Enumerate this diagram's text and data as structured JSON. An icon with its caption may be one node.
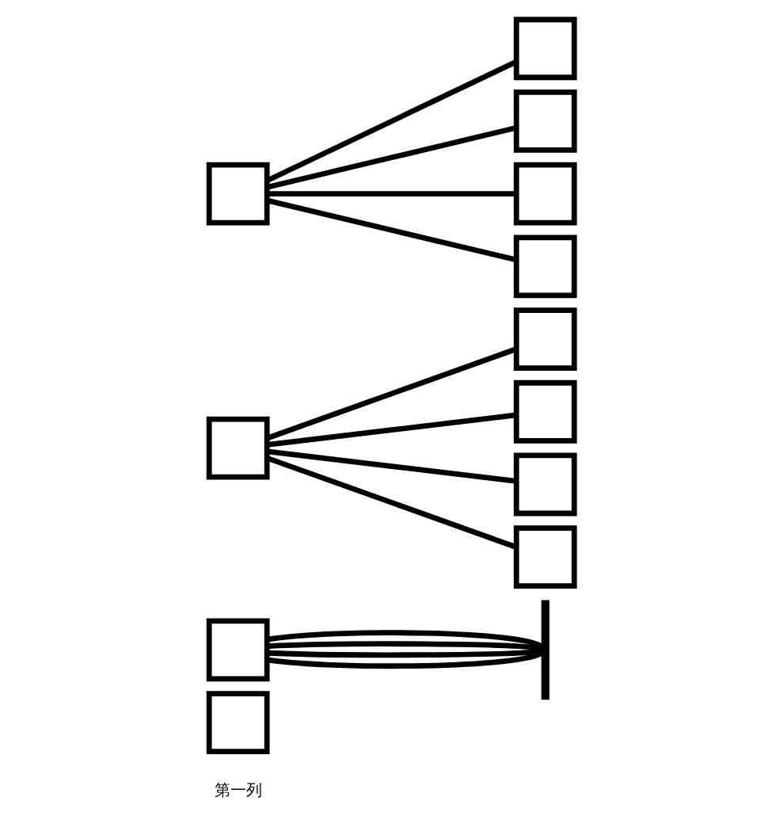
{
  "diagram": {
    "nodes": [
      {
        "text": [],
        "shape": "box"
      },
      {
        "text": [],
        "shape": "box"
      },
      {
        "text": [],
        "shape": "box"
      },
      {
        "text": [],
        "shape": "box"
      },
      {
        "text": [],
        "shape": "box"
      },
      {
        "text": [],
        "shape": "box"
      },
      {
        "text": [],
        "shape": "box"
      },
      {
        "text": [],
        "shape": "box"
      },
      {
        "text": [],
        "shape": "box"
      },
      {
        "text": [],
        "shape": "box"
      },
      {
        "text": [],
        "shape": "box"
      },
      {
        "text": [],
        "shape": "box"
      },
      {
        "text": [],
        "shape": "bar"
      }
    ],
    "edges": [
      {
        "from": 0,
        "to": 4,
        "arrow": "none"
      },
      {
        "from": 0,
        "to": 5,
        "arrow": "none"
      },
      {
        "from": 0,
        "to": 6,
        "arrow": "none"
      },
      {
        "from": 0,
        "to": 7,
        "arrow": "none"
      },
      {
        "from": 1,
        "to": 8,
        "arrow": "none"
      },
      {
        "from": 1,
        "to": 9,
        "arrow": "none"
      },
      {
        "from": 1,
        "to": 10,
        "arrow": "none"
      },
      {
        "from": 1,
        "to": 11,
        "arrow": "none"
      },
      {
        "from": 2,
        "to": 12,
        "arrow": "none"
      },
      {
        "from": 2,
        "to": 12,
        "arrow": "none"
      },
      {
        "from": 2,
        "to": 12,
        "arrow": "none"
      },
      {
        "from": 2,
        "to": 12,
        "arrow": "none"
      }
    ],
    "labels": [
      "第一列"
    ]
  }
}
